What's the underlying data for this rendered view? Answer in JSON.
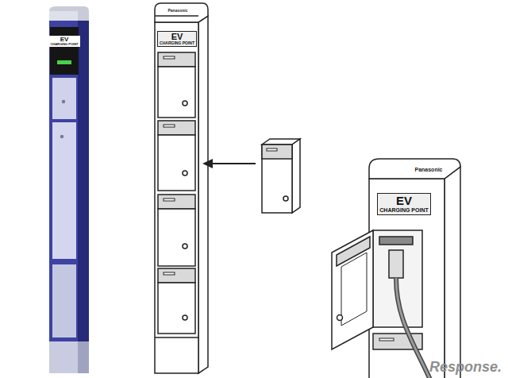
{
  "diagram": {
    "nodes": [
      {
        "text": [
          "EV",
          "CHARGING POINT"
        ]
      },
      {
        "text": [
          "EV",
          "CHARGING POINT"
        ]
      },
      {
        "text": [
          "EV",
          "CHARGING POINT"
        ]
      }
    ],
    "labels": [
      "Panasonic",
      "Panasonic",
      "Response."
    ]
  }
}
